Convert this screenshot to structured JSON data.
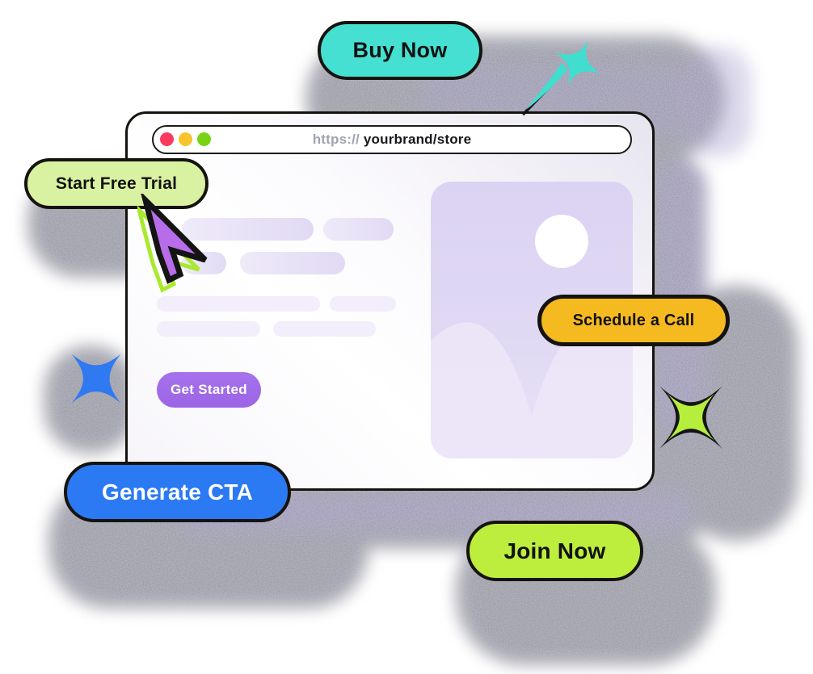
{
  "page": {
    "background": "#ffffff"
  },
  "browser_window": {
    "url_bar": {
      "protocol": "https:// ",
      "path": "yourbrand/store"
    },
    "traffic_lights": [
      {
        "name": "close-dot",
        "color": "#fb3a5d"
      },
      {
        "name": "minimize-dot",
        "color": "#f8c32c"
      },
      {
        "name": "zoom-dot",
        "color": "#77d313"
      }
    ],
    "page_content": {
      "get_started_button": "Get Started"
    }
  },
  "floating_ctas": [
    {
      "id": "buy-now",
      "label": "Buy Now",
      "bg": "#45e0d2",
      "text_color": "#121212"
    },
    {
      "id": "start-free-trial",
      "label": "Start Free Trial",
      "bg": "#d9f2a1",
      "text_color": "#121212"
    },
    {
      "id": "schedule-a-call",
      "label": "Schedule a Call",
      "bg": "#f6ba21",
      "text_color": "#121212"
    },
    {
      "id": "generate-cta",
      "label": "Generate CTA",
      "bg": "#2b7af3",
      "text_color": "#ffffff"
    },
    {
      "id": "join-now",
      "label": "Join Now",
      "bg": "#bdee3e",
      "text_color": "#121212"
    }
  ],
  "decorations": {
    "sparkles": [
      {
        "name": "sparkle-teal",
        "color": "#41ddcf"
      },
      {
        "name": "sparkle-blue",
        "color": "#2f79f1"
      },
      {
        "name": "sparkle-lime",
        "color": "#b5ee3c"
      }
    ],
    "cursor": {
      "fill": "#b76de9",
      "outline": "#141414",
      "accent": "#a9ea2f"
    },
    "shadow_color": "#8d8c97"
  }
}
